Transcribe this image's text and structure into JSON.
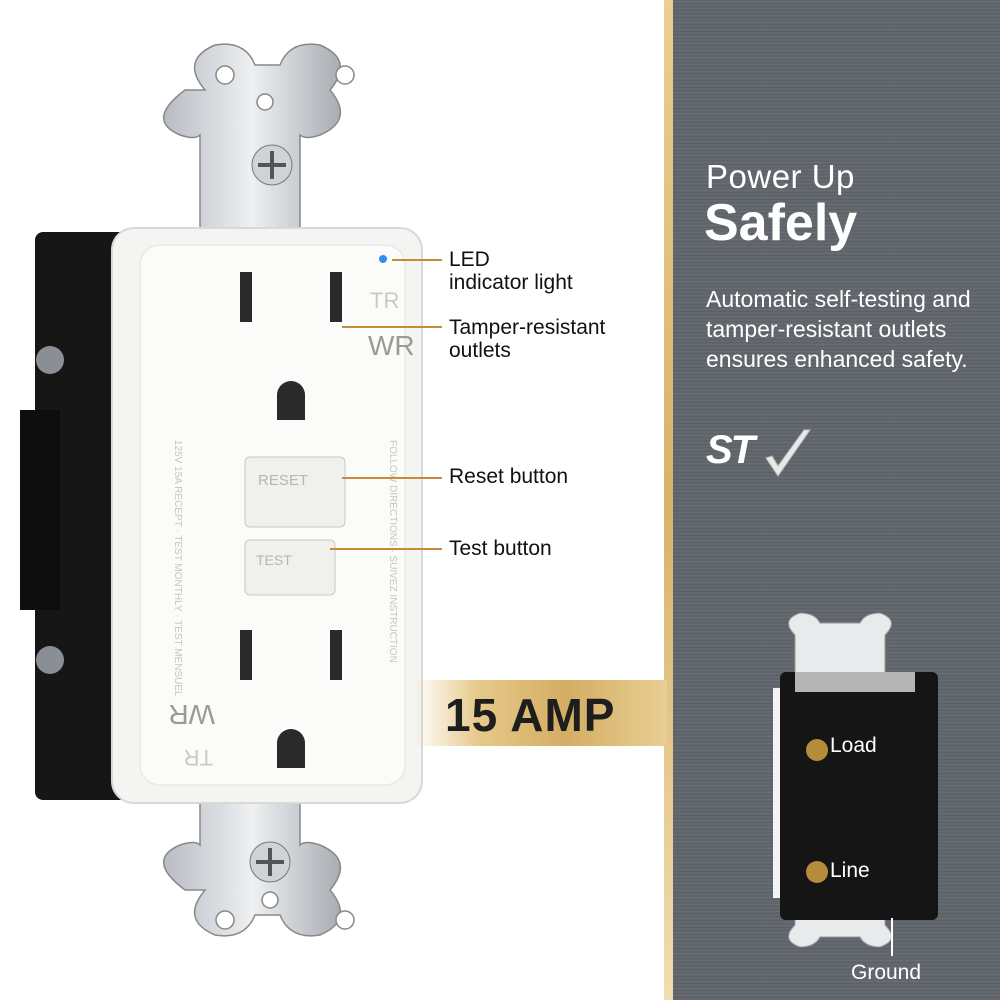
{
  "headline": {
    "line1": "Power Up",
    "line2": "Safely"
  },
  "description": "Automatic self-testing and tamper-resistant outlets ensures enhanced safety.",
  "logo": {
    "text": "ST",
    "icon": "checkmark-icon"
  },
  "banner": "15 AMP",
  "callouts": [
    {
      "label_line1": "LED",
      "label_line2": "indicator light"
    },
    {
      "label_line1": "Tamper-resistant",
      "label_line2": "outlets"
    },
    {
      "label_line1": "Reset button",
      "label_line2": ""
    },
    {
      "label_line1": "Test button",
      "label_line2": ""
    }
  ],
  "outlet_face": {
    "tr": "TR",
    "wr": "WR",
    "reset": "RESET",
    "test": "TEST",
    "side_left": "125V 15A RECEPT · TEST MONTHLY · TEST MENSUEL",
    "side_right": "FOLLOW DIRECTIONS · SUIVEZ INSTRUCTION"
  },
  "terminals": {
    "load": "Load",
    "line": "Line",
    "ground": "Ground"
  },
  "colors": {
    "accent_gold": "#d4ad63",
    "panel_gray": "#62666d",
    "callout_line": "#c8893b",
    "led": "#2d8ff0"
  }
}
